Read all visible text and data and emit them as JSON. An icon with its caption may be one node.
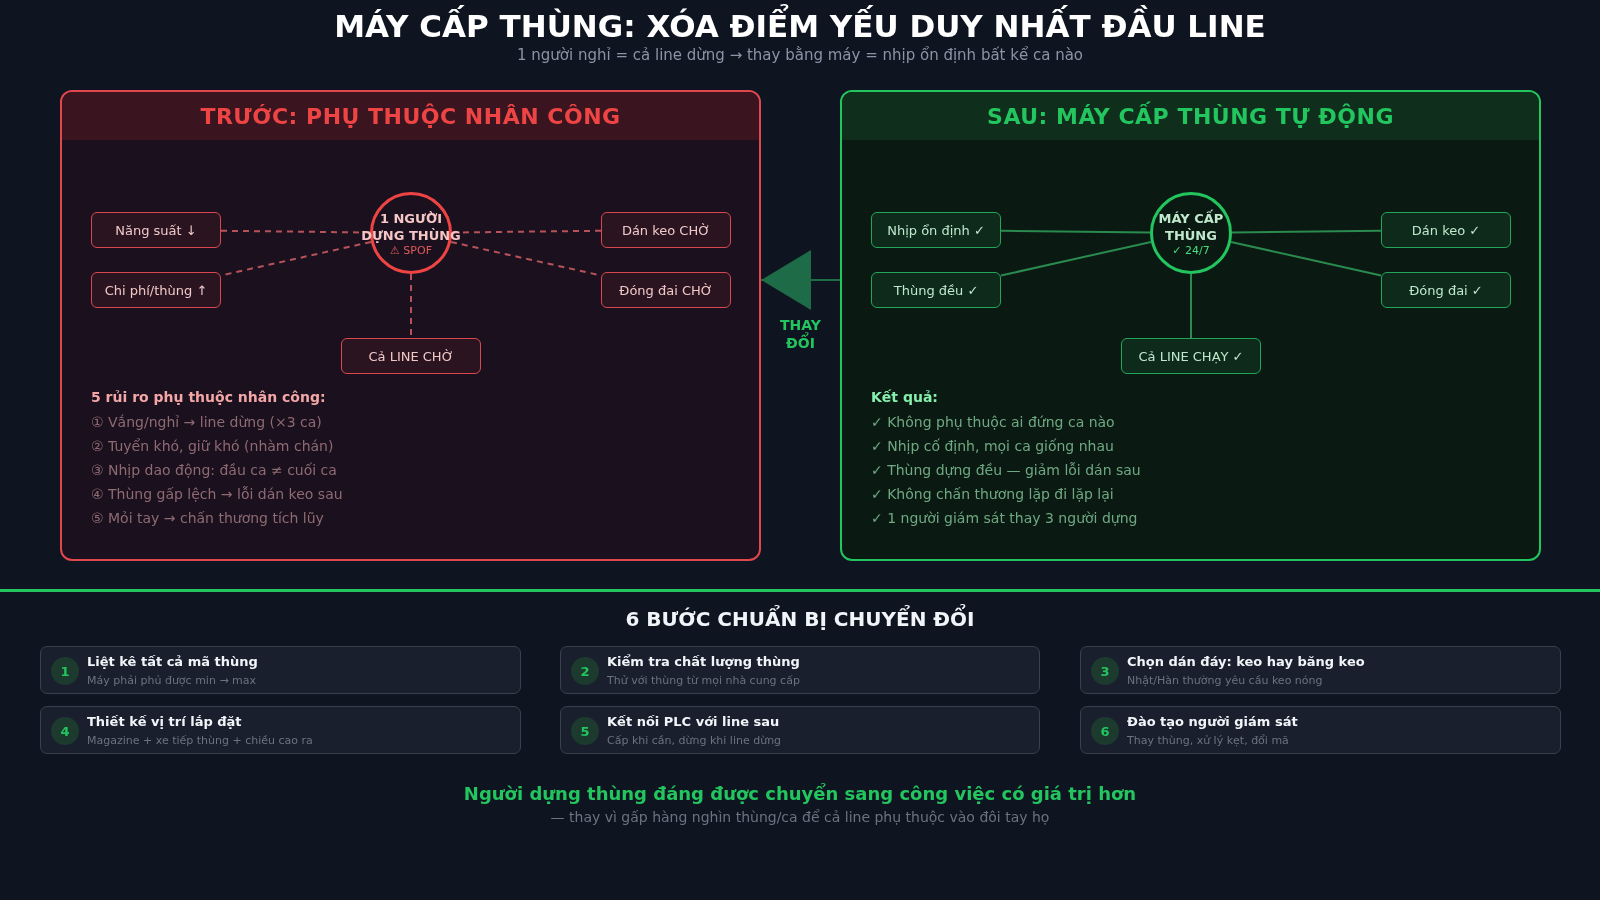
{
  "diagram": {
    "title": "MÁY CẤP THÙNG: XÓA ĐIỂM YẾU DUY NHẤT ĐẦU LINE",
    "nodes": [
      {
        "text": [
          "TRƯỚC: PHỤ THUỘC NHÂN CÔNG"
        ]
      },
      {
        "text": [
          "1 NGƯỜI DỰNG THÙNG",
          "⚠ SPOF"
        ],
        "in": 0
      },
      {
        "text": [
          "Năng suất ↓"
        ],
        "in": 0
      },
      {
        "text": [
          "Chi phí/thùng ↑"
        ],
        "in": 0
      },
      {
        "text": [
          "Dán keo CHỜ"
        ],
        "in": 0
      },
      {
        "text": [
          "Đóng đai CHỜ"
        ],
        "in": 0
      },
      {
        "text": [
          "Cả LINE CHỜ"
        ],
        "in": 0
      },
      {
        "text": [
          "SAU: MÁY CẤP THÙNG TỰ ĐỘNG"
        ]
      },
      {
        "text": [
          "MÁY CẤP THÙNG",
          "✓ 24/7"
        ],
        "in": 7
      },
      {
        "text": [
          "Nhịp ổn định ✓"
        ],
        "in": 7
      },
      {
        "text": [
          "Thùng đều ✓"
        ],
        "in": 7
      },
      {
        "text": [
          "Dán keo ✓"
        ],
        "in": 7
      },
      {
        "text": [
          "Đóng đai ✓"
        ],
        "in": 7
      },
      {
        "text": [
          "Cả LINE CHẠY ✓"
        ],
        "in": 7
      },
      {
        "text": [
          "1",
          "Liệt kê tất cả mã thùng",
          "Máy phải phủ được min → max"
        ]
      },
      {
        "text": [
          "2",
          "Kiểm tra chất lượng thùng",
          "Thử với thùng từ mọi nhà cung cấp"
        ]
      },
      {
        "text": [
          "3",
          "Chọn dán đáy: keo hay băng keo",
          "Nhật/Hàn thường yêu cầu keo nóng"
        ]
      },
      {
        "text": [
          "4",
          "Thiết kế vị trí lắp đặt",
          "Magazine + xe tiếp thùng + chiều cao ra"
        ]
      },
      {
        "text": [
          "5",
          "Kết nối PLC với line sau",
          "Cấp khi cần, dừng khi line dừng"
        ]
      },
      {
        "text": [
          "6",
          "Đào tạo người giám sát",
          "Thay thùng, xử lý kẹt, đổi mã"
        ]
      }
    ],
    "edges": [
      {
        "from": 1,
        "to": 2,
        "arrow": "none",
        "style": "dashed",
        "color": "#b8525a"
      },
      {
        "from": 1,
        "to": 3,
        "arrow": "none",
        "style": "dashed",
        "color": "#b8525a"
      },
      {
        "from": 1,
        "to": 4,
        "arrow": "none",
        "style": "dashed",
        "color": "#b8525a"
      },
      {
        "from": 1,
        "to": 5,
        "arrow": "none",
        "style": "dashed",
        "color": "#b8525a"
      },
      {
        "from": 1,
        "to": 6,
        "arrow": "none",
        "style": "dashed",
        "color": "#b8525a"
      },
      {
        "from": 8,
        "to": 9,
        "arrow": "none",
        "color": "#2a8a4f"
      },
      {
        "from": 8,
        "to": 10,
        "arrow": "none",
        "color": "#2a8a4f"
      },
      {
        "from": 8,
        "to": 11,
        "arrow": "none",
        "color": "#2a8a4f"
      },
      {
        "from": 8,
        "to": 12,
        "arrow": "none",
        "color": "#2a8a4f"
      },
      {
        "from": 8,
        "to": 13,
        "arrow": "none",
        "color": "#2a8a4f"
      },
      {
        "from": 7,
        "to": 0,
        "arrow": "to",
        "label": "THAY ĐỔI",
        "color": "#1d6b47"
      }
    ],
    "labels": [
      "1 người nghỉ = cả line dừng → thay bằng máy = nhịp ổn định bất kể ca nào",
      "5 rủi ro phụ thuộc nhân công:",
      "① Vắng/nghỉ → line dừng (×3 ca)",
      "② Tuyển khó, giữ khó (nhàm chán)",
      "③ Nhịp dao động: đầu ca ≠ cuối ca",
      "④ Thùng gấp lệch → lỗi dán keo sau",
      "⑤ Mỏi tay → chấn thương tích lũy",
      "Kết quả:",
      "✓ Không phụ thuộc ai đứng ca nào",
      "✓ Nhịp cố định, mọi ca giống nhau",
      "✓ Thùng dựng đều — giảm lỗi dán sau",
      "✓ Không chấn thương lặp đi lặp lại",
      "✓ 1 người giám sát thay 3 người dựng",
      "6 BƯỚC CHUẨN BỊ CHUYỂN ĐỔI",
      "Người dựng thùng đáng được chuyển sang công việc có giá trị hơn",
      "— thay vì gấp hàng nghìn thùng/ca để cả line phụ thuộc vào đôi tay họ"
    ]
  }
}
